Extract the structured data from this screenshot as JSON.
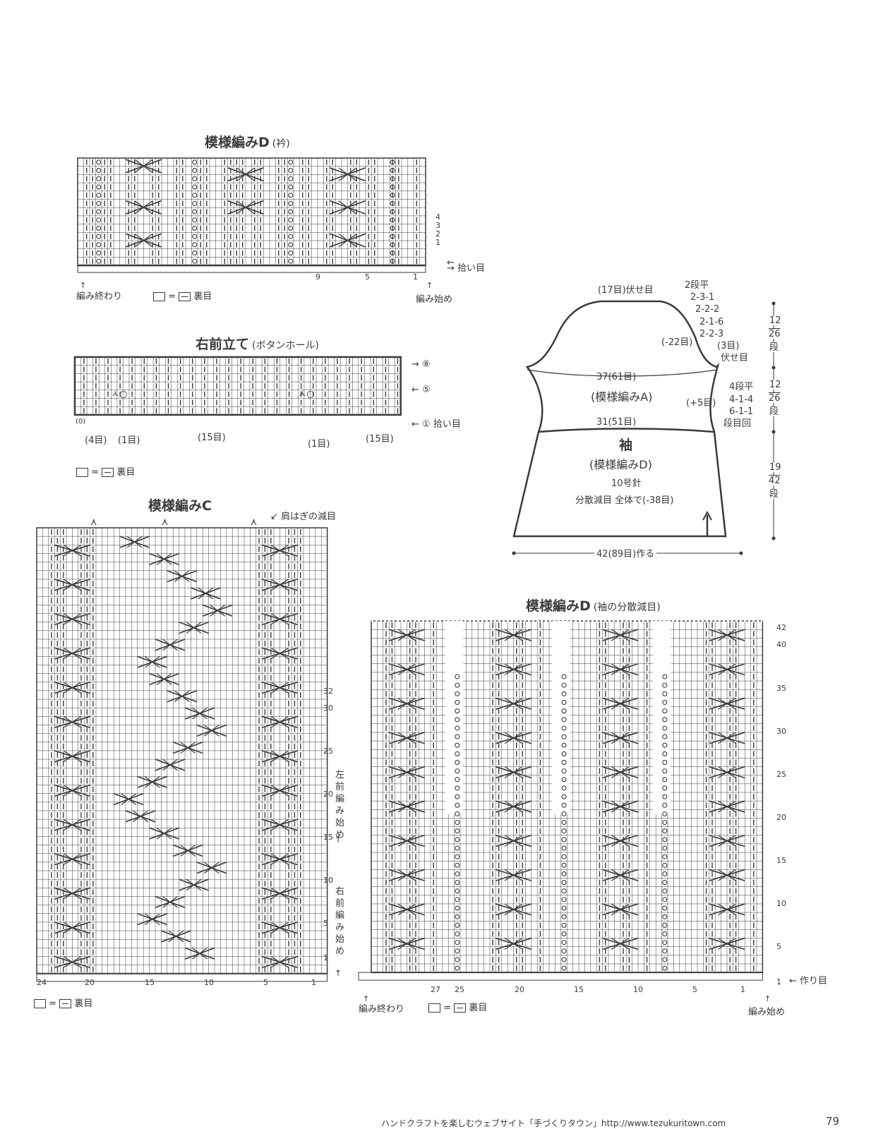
{
  "chartD_collar": {
    "title": "模様編みD",
    "subtitle": "(衿)",
    "row_numbers": [
      "4",
      "3",
      "2",
      "1"
    ],
    "col_numbers": [
      "9",
      "5",
      "1"
    ],
    "pickup_label": "拾い目",
    "end_label": "編み終わり",
    "start_label": "編み始め",
    "legend": "裏目"
  },
  "chart_buttonband": {
    "title": "右前立て",
    "subtitle": "(ボタンホール)",
    "row_marks": [
      "⑧",
      "⑤",
      "①"
    ],
    "pickup_label": "拾い目",
    "corner_mark": "(0)",
    "spacing": [
      "(4目)",
      "(1目)",
      "(15目)",
      "(1目)",
      "(15目)"
    ],
    "legend": "裏目"
  },
  "chartC": {
    "title": "模様編みC",
    "shoulder_label": "肩はぎの減目",
    "row_numbers": [
      "32",
      "30",
      "25",
      "20",
      "15",
      "10",
      "5",
      "1"
    ],
    "col_numbers": [
      "24",
      "20",
      "15",
      "10",
      "5",
      "1"
    ],
    "left_front_start": "左前編み始め",
    "right_front_start": "右前編み始め",
    "legend": "裏目"
  },
  "sleeve": {
    "top_label": "(17目)伏せ目",
    "shaping_right": [
      "2段平",
      "2-3-1",
      "2-2-2",
      "2-1-6",
      "2-2-3",
      "(3目)",
      "伏せ目"
    ],
    "cap_decrease": "(-22目)",
    "width_upper": "37(61目)",
    "pattern_upper": "(模様編みA)",
    "increase": "(+5目)",
    "shaping_mid": [
      "4段平",
      "4-1-4",
      "6-1-1",
      "段目回"
    ],
    "width_mid": "31(51目)",
    "sleeve_title": "袖",
    "pattern_lower": "(模様編みD)",
    "needle": "10号針",
    "decrease_note": "分散減目 全体で(-38目)",
    "bottom": "42(89目)作る",
    "height_dims": [
      {
        "cm": "12",
        "rows": "26",
        "unit": "段"
      },
      {
        "cm": "12",
        "rows": "26",
        "unit": "段"
      },
      {
        "cm": "19",
        "rows": "42",
        "unit": "段"
      }
    ]
  },
  "chartD_sleeve": {
    "title": "模様編みD",
    "subtitle": "(袖の分散減目)",
    "row_numbers": [
      "42",
      "40",
      "35",
      "30",
      "25",
      "20",
      "15",
      "10",
      "5",
      "1"
    ],
    "col_numbers": [
      "27",
      "25",
      "20",
      "15",
      "10",
      "5",
      "1"
    ],
    "cast_on_label": "作り目",
    "end_label": "編み終わり",
    "start_label": "編み始め",
    "legend": "裏目"
  },
  "footer": {
    "text": "ハンドクラフトを楽しむウェブサイト「手づくりタウン」http://www.tezukuritown.com",
    "page_number": "79"
  }
}
